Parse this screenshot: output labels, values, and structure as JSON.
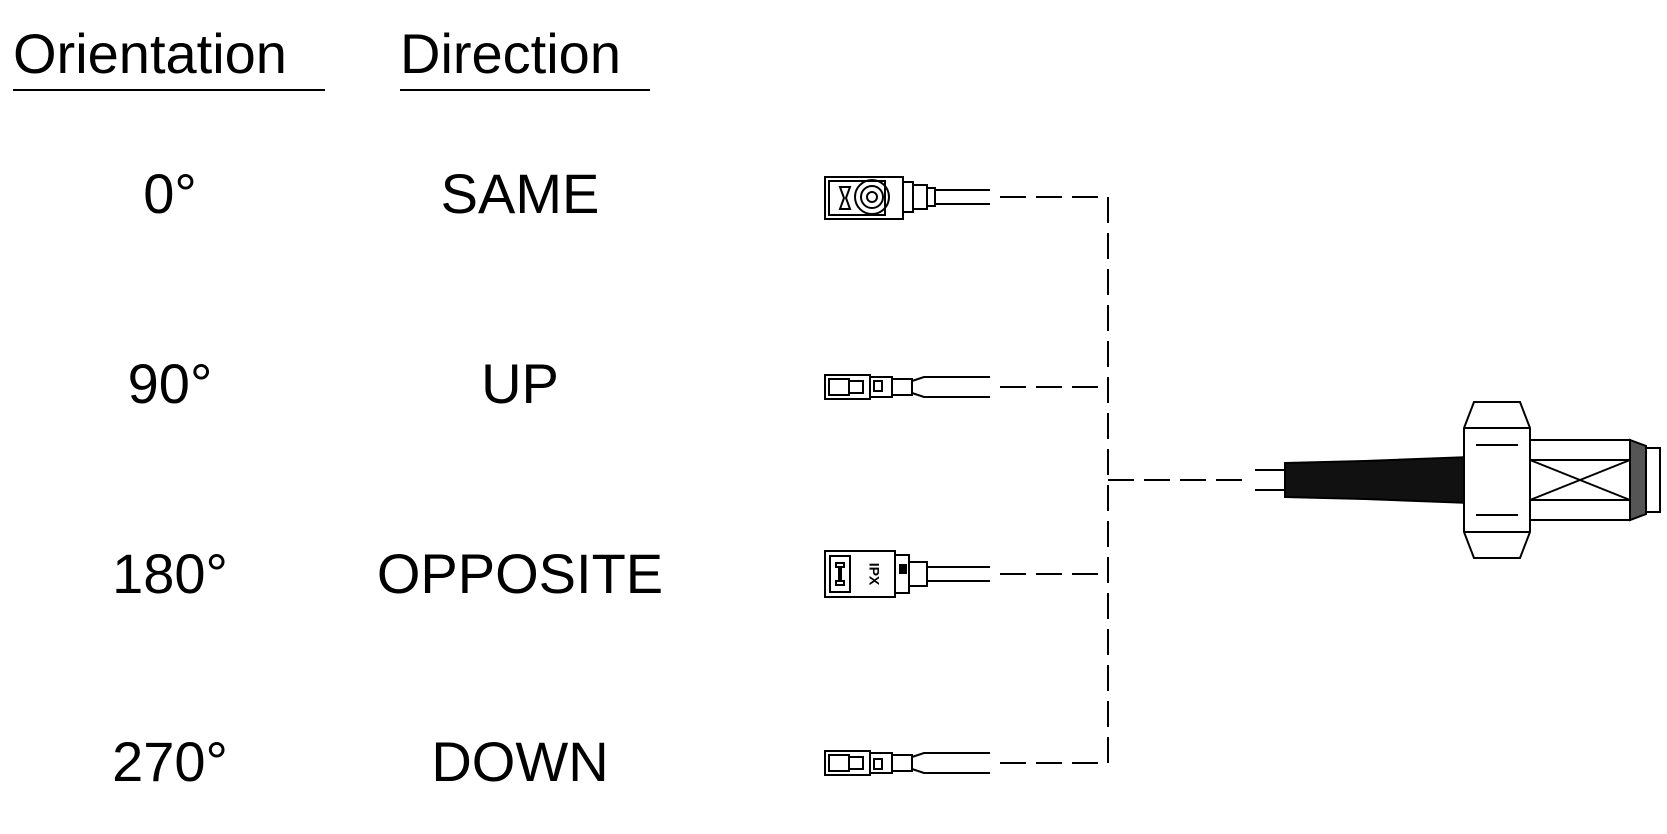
{
  "headers": {
    "orientation": "Orientation",
    "direction": "Direction"
  },
  "rows": [
    {
      "orientation": "0°",
      "direction": "SAME"
    },
    {
      "orientation": "90°",
      "direction": "UP"
    },
    {
      "orientation": "180°",
      "direction": "OPPOSITE"
    },
    {
      "orientation": "270°",
      "direction": "DOWN"
    }
  ],
  "connector_marking": "IPX"
}
